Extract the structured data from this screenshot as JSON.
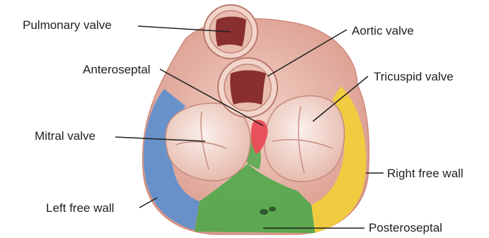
{
  "labels": {
    "pulmonary_valve": "Pulmonary valve",
    "aortic_valve": "Aortic valve",
    "anteroseptal": "Anteroseptal",
    "tricuspid_valve": "Tricuspid valve",
    "mitral_valve": "Mitral valve",
    "right_free_wall": "Right free wall",
    "left_free_wall": "Left free wall",
    "posteroseptal": "Posteroseptal"
  },
  "colors": {
    "left_free_wall": "#5b8fcf",
    "right_free_wall": "#f2cf3a",
    "posteroseptal": "#4fa84a",
    "anteroseptal": "#e8505a",
    "myocardium": "#e9b3a4",
    "valve_cusp": "#8a2f2f",
    "leaflet": "#f6e3dc"
  }
}
